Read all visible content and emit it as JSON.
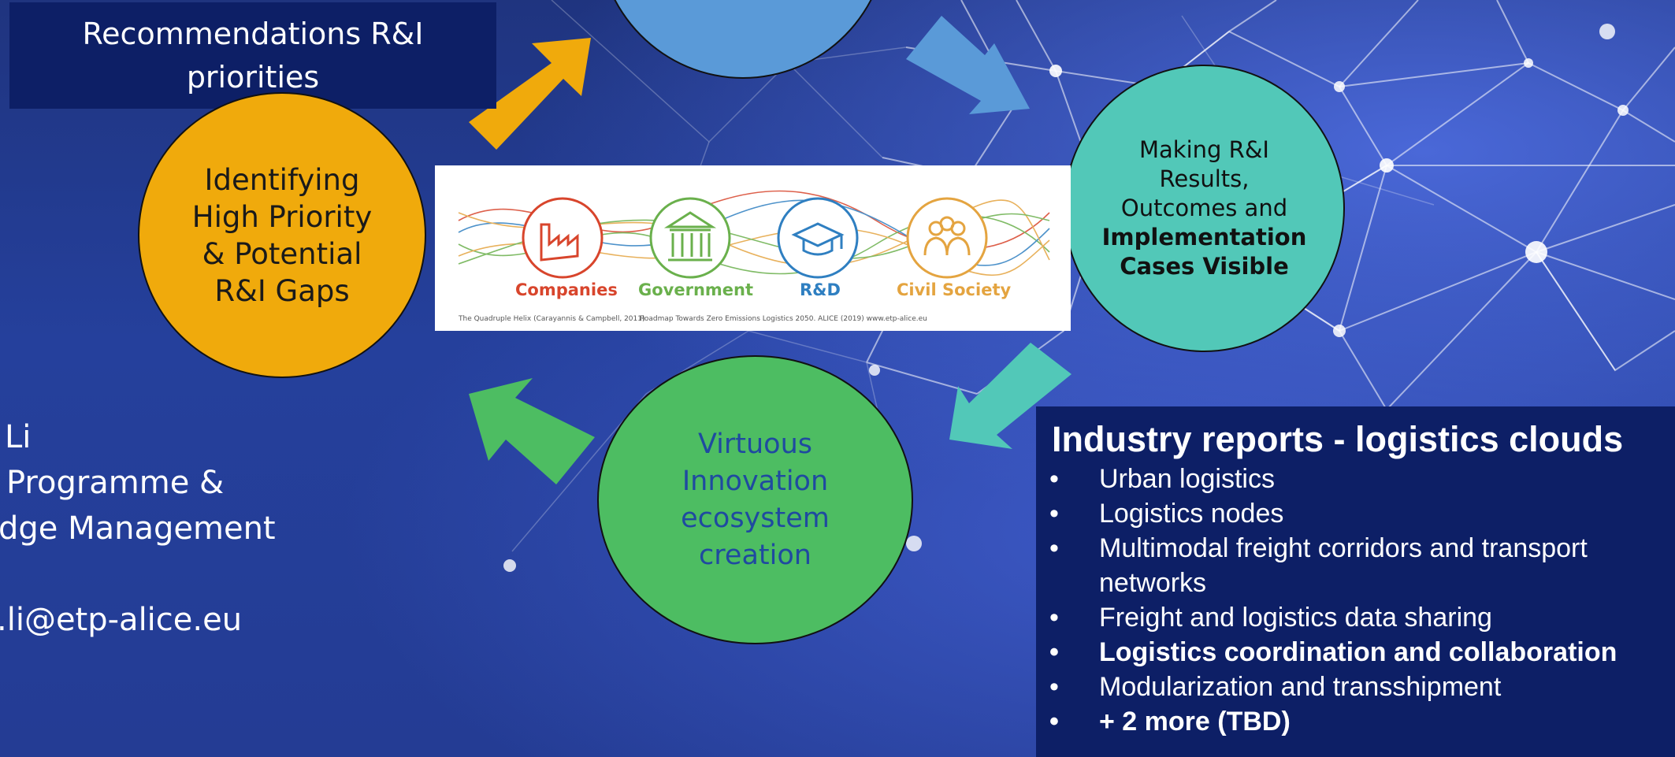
{
  "recommendations": {
    "text": "Recommendations R&I priorities"
  },
  "circles": {
    "yellow": [
      "Identifying",
      "High Priority",
      "& Potential",
      "R&I Gaps"
    ],
    "teal": {
      "lines": [
        "Making R&I",
        "Results,",
        "Outcomes and"
      ],
      "bold_lines": [
        "Implementation",
        "Cases Visible"
      ]
    },
    "green": [
      "Virtuous",
      "Innovation",
      "ecosystem",
      "creation"
    ]
  },
  "helix": {
    "labels": [
      {
        "text": "Companies",
        "color": "#d8452c"
      },
      {
        "text": "Government",
        "color": "#6ab04c"
      },
      {
        "text": "R&D",
        "color": "#2f7fc1"
      },
      {
        "text": "Civil Society",
        "color": "#e4a440"
      }
    ],
    "caption_left": "The Quadruple Helix (Carayannis & Campbell, 2011)",
    "caption_right": "Roadmap Towards Zero Emissions Logistics 2050. ALICE (2019) www.etp-alice.eu"
  },
  "left_partial": {
    "line1": "Li",
    "line2": "Programme &",
    "line3": "dge Management",
    "line4": ".li@etp-alice.eu"
  },
  "industry": {
    "title": "Industry reports - logistics clouds",
    "bullet": "•",
    "items": [
      {
        "text": "Urban logistics",
        "bold": false
      },
      {
        "text": "Logistics nodes",
        "bold": false
      },
      {
        "text": "Multimodal freight corridors and transport networks",
        "bold": false
      },
      {
        "text": "Freight and logistics data sharing",
        "bold": false
      },
      {
        "text": "Logistics coordination and collaboration",
        "bold": true
      },
      {
        "text": "Modularization and transshipment",
        "bold": false
      },
      {
        "text": "+ 2 more (TBD)",
        "bold": true
      }
    ]
  },
  "colors": {
    "arrow_yellow": "#f0aa0c",
    "arrow_blue": "#5a9ad8",
    "arrow_teal": "#52c8b8",
    "arrow_green": "#4dbd62",
    "box_navy": "#0d1f66"
  }
}
